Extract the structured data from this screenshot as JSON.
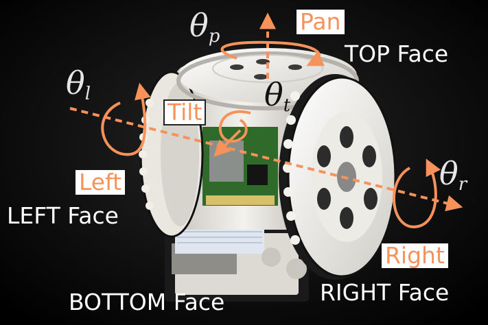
{
  "faces": {
    "top": "TOP Face",
    "left": "LEFT Face",
    "bottom": "BOTTOM Face",
    "right": "RIGHT Face"
  },
  "motors": {
    "pan": "Pan",
    "tilt": "Tilt",
    "left": "Left",
    "right": "Right"
  },
  "angles": {
    "pan": {
      "symbol": "θ",
      "sub": "p"
    },
    "left": {
      "symbol": "θ",
      "sub": "l"
    },
    "tilt": {
      "symbol": "θ",
      "sub": "t"
    },
    "right": {
      "symbol": "θ",
      "sub": "r"
    }
  },
  "colors": {
    "accent": "#f7925a",
    "body": "#f2f0ea",
    "pcb": "#2f6a2a",
    "background": "#000000"
  }
}
